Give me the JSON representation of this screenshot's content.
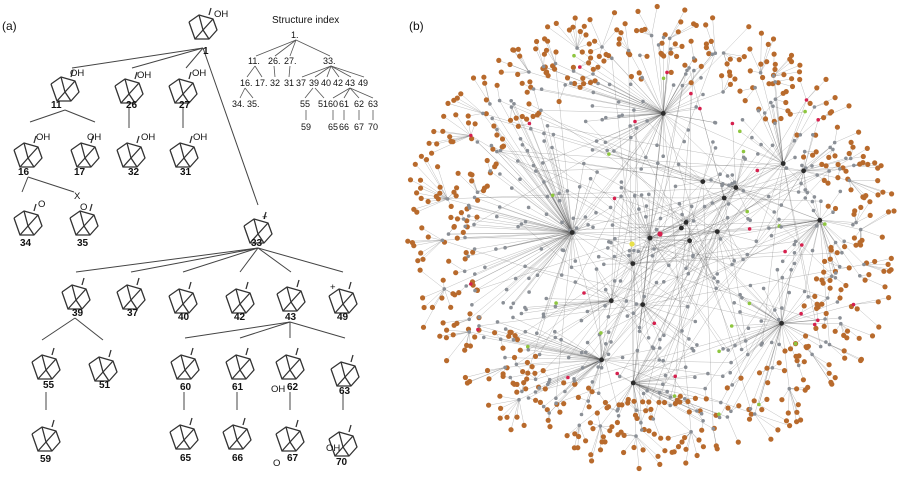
{
  "panels": {
    "a": "(a)",
    "b": "(b)"
  },
  "index": {
    "title": "Structure index",
    "root": "1.",
    "level1": [
      "11.",
      "26.",
      "27.",
      "33."
    ],
    "level2": [
      "16.",
      "17.",
      "32",
      "31",
      "37",
      "39",
      "40",
      "42",
      "43",
      "49"
    ],
    "level3": [
      "34.",
      "35.",
      "55",
      "51",
      "60",
      "61",
      "62",
      "63"
    ],
    "level4": [
      "59",
      "65",
      "66",
      "67",
      "70"
    ]
  },
  "molecules": {
    "m1": "1",
    "m11": "11",
    "m26": "26",
    "m27": "27",
    "m16": "16",
    "m17": "17",
    "m32": "32",
    "m31": "31",
    "m34": "34",
    "m35": "35",
    "m33": "33",
    "m39": "39",
    "m37": "37",
    "m40": "40",
    "m42": "42",
    "m43": "43",
    "m49": "49",
    "m55": "55",
    "m51": "51",
    "m60": "60",
    "m61": "61",
    "m62": "62",
    "m63": "63",
    "m59": "59",
    "m65": "65",
    "m66": "66",
    "m67": "67",
    "m70": "70"
  },
  "substituents": {
    "oh": "OH",
    "o": "O",
    "x": "X",
    "plus": "+"
  },
  "network": {
    "node_colors": {
      "leaf": "#b86a2c",
      "internal": "#8a8f96",
      "hub": "#2b2b2b",
      "red": "#d6204e",
      "green": "#8ec63f",
      "yellow": "#e8e04a"
    },
    "edge_color": "#555555"
  }
}
